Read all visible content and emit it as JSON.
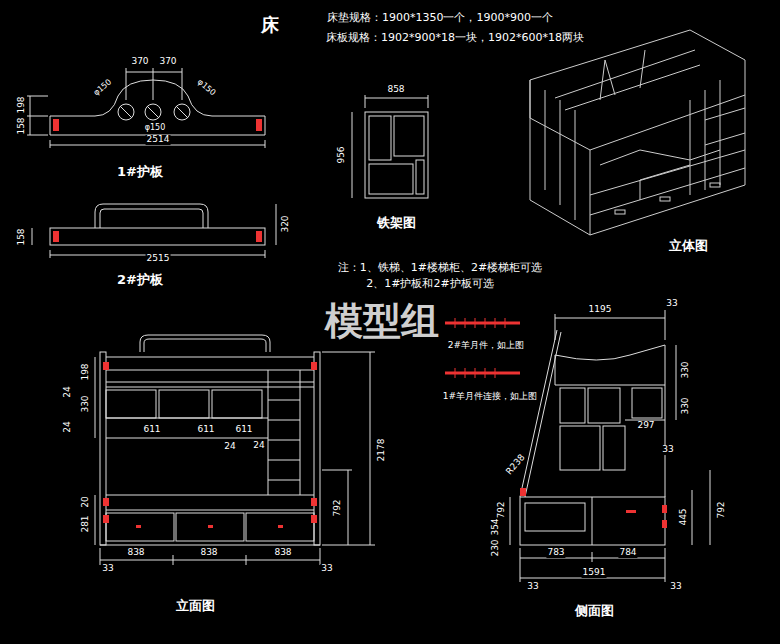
{
  "diagram": {
    "title": "床",
    "labels": [
      "床垫规格：1900*1350一个，1900*900一个",
      "床板规格：1902*900*18一块，1902*600*18两块",
      "370",
      "370",
      "φ150",
      "φ150",
      "φ150",
      "198",
      "158",
      "2514",
      "1#护板",
      "158",
      "320",
      "2515",
      "2#护板",
      "858",
      "956",
      "铁架图",
      "注：1、铁梯、1#楼梯柜、2#楼梯柜可选",
      "2、1#护板和2#护板可选",
      "立体图",
      "模型组",
      "2#羊月件，如上图",
      "1#羊月件连接，如上图",
      "198",
      "24",
      "330",
      "24",
      "611",
      "611",
      "611",
      "24",
      "24",
      "2178",
      "20",
      "281",
      "792",
      "838",
      "838",
      "838",
      "33",
      "33",
      "立面图",
      "1195",
      "33",
      "330",
      "330",
      "297",
      "33",
      "R238",
      "792",
      "354",
      "230",
      "445",
      "792",
      "783",
      "784",
      "1591",
      "33",
      "33",
      "侧面图"
    ]
  }
}
